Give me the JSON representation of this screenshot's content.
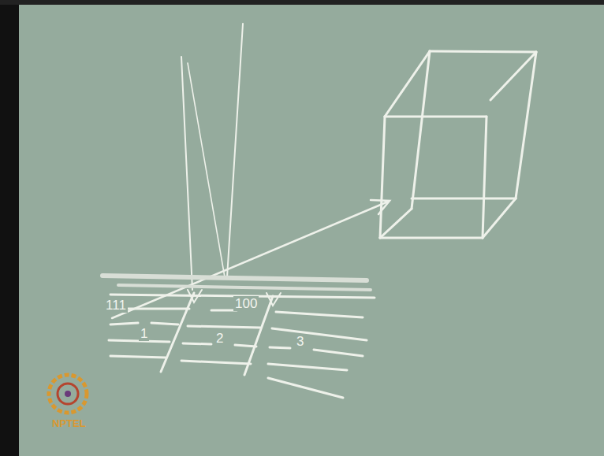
{
  "diagram": {
    "labels": [
      "111",
      "100",
      "1",
      "2",
      "3",
      "NPTEL"
    ]
  }
}
